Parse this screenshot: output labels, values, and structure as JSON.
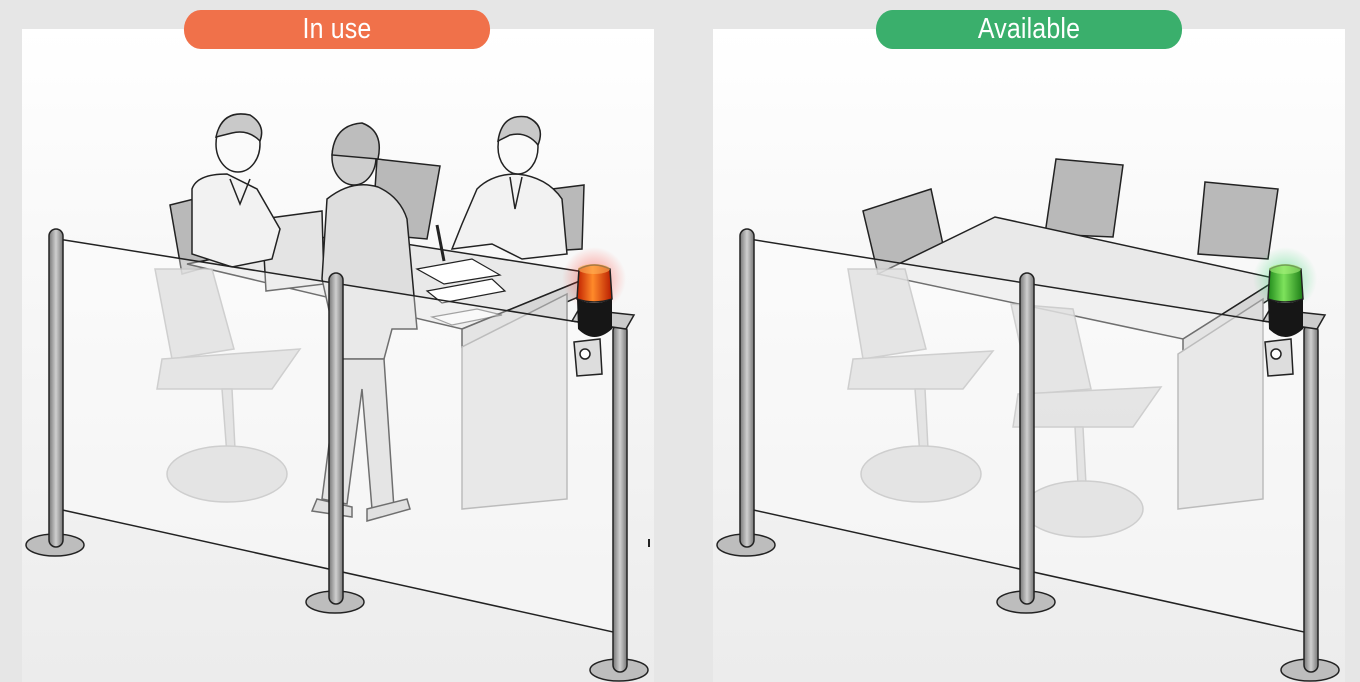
{
  "scenes": {
    "left": {
      "status_label": "In use",
      "status_color": "#f0714a",
      "lamp": "red-signal-lamp"
    },
    "right": {
      "status_label": "Available",
      "status_color": "#3aaf6c",
      "lamp": "green-signal-lamp"
    }
  }
}
